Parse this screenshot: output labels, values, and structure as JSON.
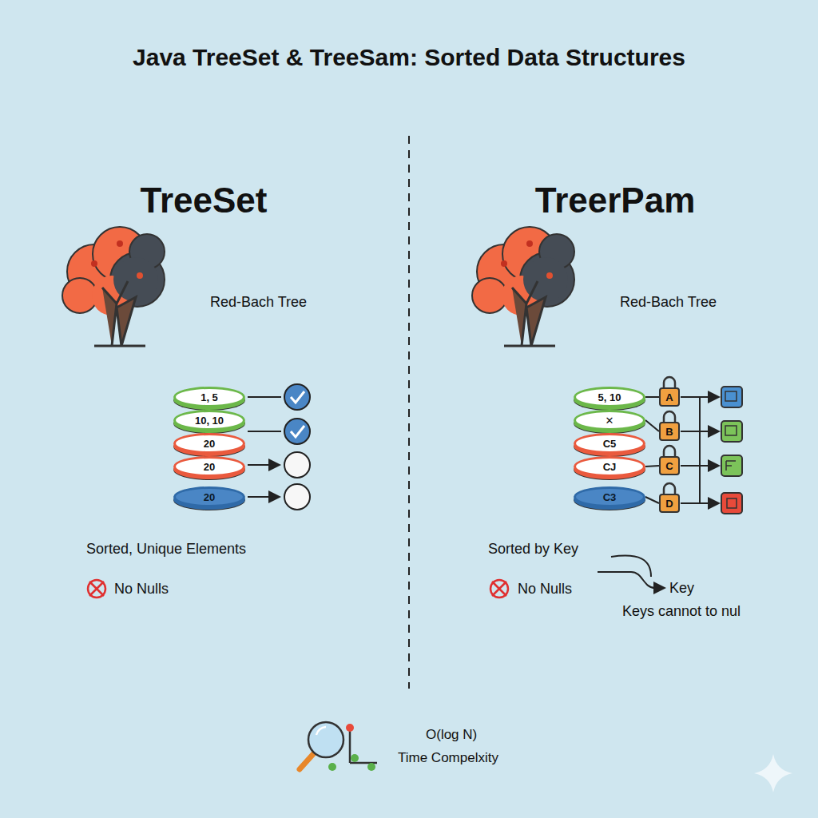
{
  "diagram": {
    "title": "Java TreeSet & TreeSam: Sorted Data Structures",
    "nodes": [
      {
        "text": [
          "1, 5"
        ]
      },
      {
        "text": [
          "10, 10"
        ]
      },
      {
        "text": [
          "20"
        ]
      },
      {
        "text": [
          "20"
        ]
      },
      {
        "text": [
          "20"
        ]
      },
      {
        "text": [
          "5, 10"
        ]
      },
      {
        "text": [
          "✕"
        ]
      },
      {
        "text": [
          "C5"
        ]
      },
      {
        "text": [
          "CJ"
        ]
      },
      {
        "text": [
          "C3"
        ]
      },
      {
        "text": [
          "A"
        ]
      },
      {
        "text": [
          "B"
        ]
      },
      {
        "text": [
          "C"
        ]
      },
      {
        "text": [
          "D"
        ]
      }
    ],
    "edges": [
      {
        "from": 5,
        "to": 10,
        "arrow": "none"
      },
      {
        "from": 6,
        "to": 11,
        "arrow": "none"
      },
      {
        "from": 8,
        "to": 12,
        "arrow": "none"
      },
      {
        "from": 9,
        "to": 13,
        "arrow": "none"
      }
    ],
    "labels": [
      "TreeSet",
      "TreerPam",
      "Red-Bach Tree",
      "Red-Bach Tree",
      "Sorted, Unique Elements",
      "No Nulls",
      "Sorted by Key",
      "No Nulls",
      "Key",
      "Keys cannot to nul",
      "O(log N)",
      "Time Compelxity"
    ]
  }
}
